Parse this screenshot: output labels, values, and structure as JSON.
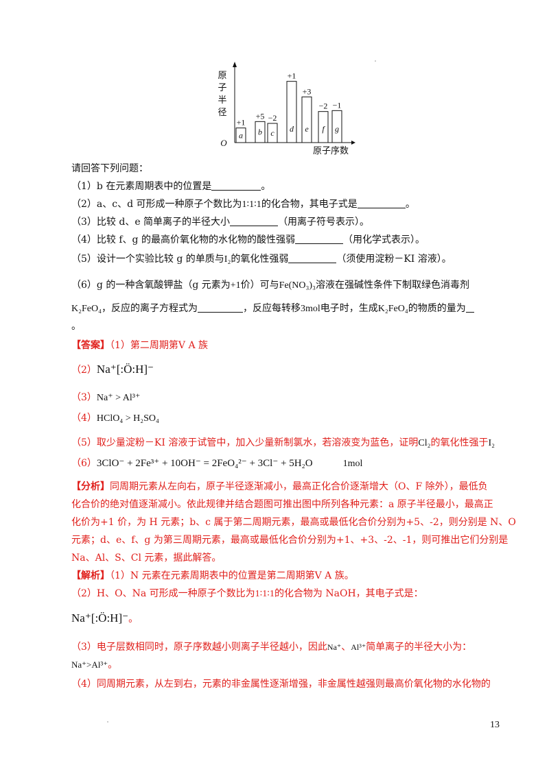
{
  "chart_data": {
    "type": "bar",
    "categories": [
      "a",
      "b",
      "c",
      "d",
      "e",
      "f",
      "g"
    ],
    "values": [
      0.8,
      1.15,
      1.05,
      3.35,
      2.5,
      1.7,
      1.75
    ],
    "value_labels": [
      "+1",
      "+5",
      "−2",
      "+1",
      "+3",
      "−2",
      "−1"
    ],
    "ylabel": "原子半径",
    "xlabel": "原子序数",
    "origin_label": "O",
    "ylim": [
      0,
      4.2
    ]
  },
  "question": {
    "intro": "请回答下列问题：",
    "q1": {
      "pre": "（1）b 在元素周期表中的位置是",
      "post": "。"
    },
    "q2": {
      "pre": "（2）a、c、d 可形成一种原子个数比为",
      "ratio": "1∶1∶1",
      "mid": "的化合物，其电子式是",
      "post": "。"
    },
    "q3": {
      "pre": "（3）比较 d、e 简单离子的半径大小",
      "post": "（用离子符号表示）。"
    },
    "q4": {
      "pre": "（4）比较 f、g 的最高价氧化物的水化物的酸性强弱",
      "post": "（用化学式表示）。"
    },
    "q5": {
      "pre": "（5）设计一个实验比较 g 的单质与",
      "i2": "I₂",
      "mid": "的氧化性强弱",
      "post": "（须使用淀粉－KI 溶液）。"
    },
    "q6a": {
      "pre": "（6）g 的一种含氧酸钾盐（g 元素为",
      "val": "+1",
      "mid": "价）可与",
      "reagent": "Fe(NO₃)₃",
      "post": "溶液在强碱性条件下制取绿色消毒剂"
    },
    "q6b": {
      "formula": "K₂FeO₄",
      "pre": "，反应的离子方程式为",
      "mid": "，反应每转移",
      "mol": "3mol",
      "mid2": "电子时，生成",
      "formula2": "K₂FeO₄",
      "post": "的物质的量为"
    },
    "q6c": "。"
  },
  "answer": {
    "tag": "【答案】",
    "a1": "（1）第二周期第Ⅴ A 族",
    "a2_num": "（2）",
    "a2_formula": "Na⁺[:Ö:H]⁻",
    "a3_num": "（3）",
    "a3": "Na⁺ > Al³⁺",
    "a4_num": "（4）",
    "a4": "HClO₄ > H₂SO₄",
    "a5": "（5）取少量淀粉－KI 溶液于试管中，加入少量新制氯水，若溶液变为蓝色，证明",
    "a5_cl": "Cl₂",
    "a5_mid": "的氧化性强于",
    "a5_i": "I₂",
    "a6_num": "（6）",
    "a6_eq": "3ClO⁻ + 2Fe³⁺ + 10OH⁻ = 2FeO₄²⁻ + 3Cl⁻ + 5H₂O",
    "a6_mol": "1mol"
  },
  "analysis": {
    "tag": "【分析】",
    "l1": "同周期元素从左向右，原子半径逐渐减小，最高正化合价逐渐增大（O、F 除外），最低负",
    "l2": "化合价的绝对值逐渐减小。依此规律并结合题图可推出图中所列各种元素：a 原子半径最小，最高正",
    "l3": "化价为+1 价，为 H 元素；b、c 属于第二周期元素，最高或最低化合价分别为+5、-2，则分别是 N、O",
    "l4": "元素；d、e、f、g 为第三周期元素，最高或最低化合价分别为+1、+3、-2、-1，则可推出它们分别是",
    "l5": "Na、Al、S、Cl 元素，据此解答。"
  },
  "explanation": {
    "tag": "【解析】",
    "e1": "（1）N 元素在元素周期表中的位置是第二周期第Ⅴ A 族。",
    "e2_pre": "（2）H、O、Na 可形成一种原子个数比为",
    "e2_ratio": "1∶1∶1",
    "e2_post": "的化合物为 NaOH，其电子式是：",
    "e2_formula": "Na⁺[:Ö:H]⁻",
    "e2_end": "。",
    "e3_pre": "（3）电子层数相同时，原子序数越小则离子半径越小，因此",
    "e3_na": "Na⁺",
    "e3_sep": "、",
    "e3_al": "Al³⁺",
    "e3_post": "简单离子的半径大小为：",
    "e3_ans": "Na⁺>Al³⁺",
    "e3_end": "。",
    "e4": "（4）同周期元素，从左到右，元素的非金属性逐渐增强，非金属性越强则最高价氧化物的水化物的"
  },
  "page_number": "13"
}
